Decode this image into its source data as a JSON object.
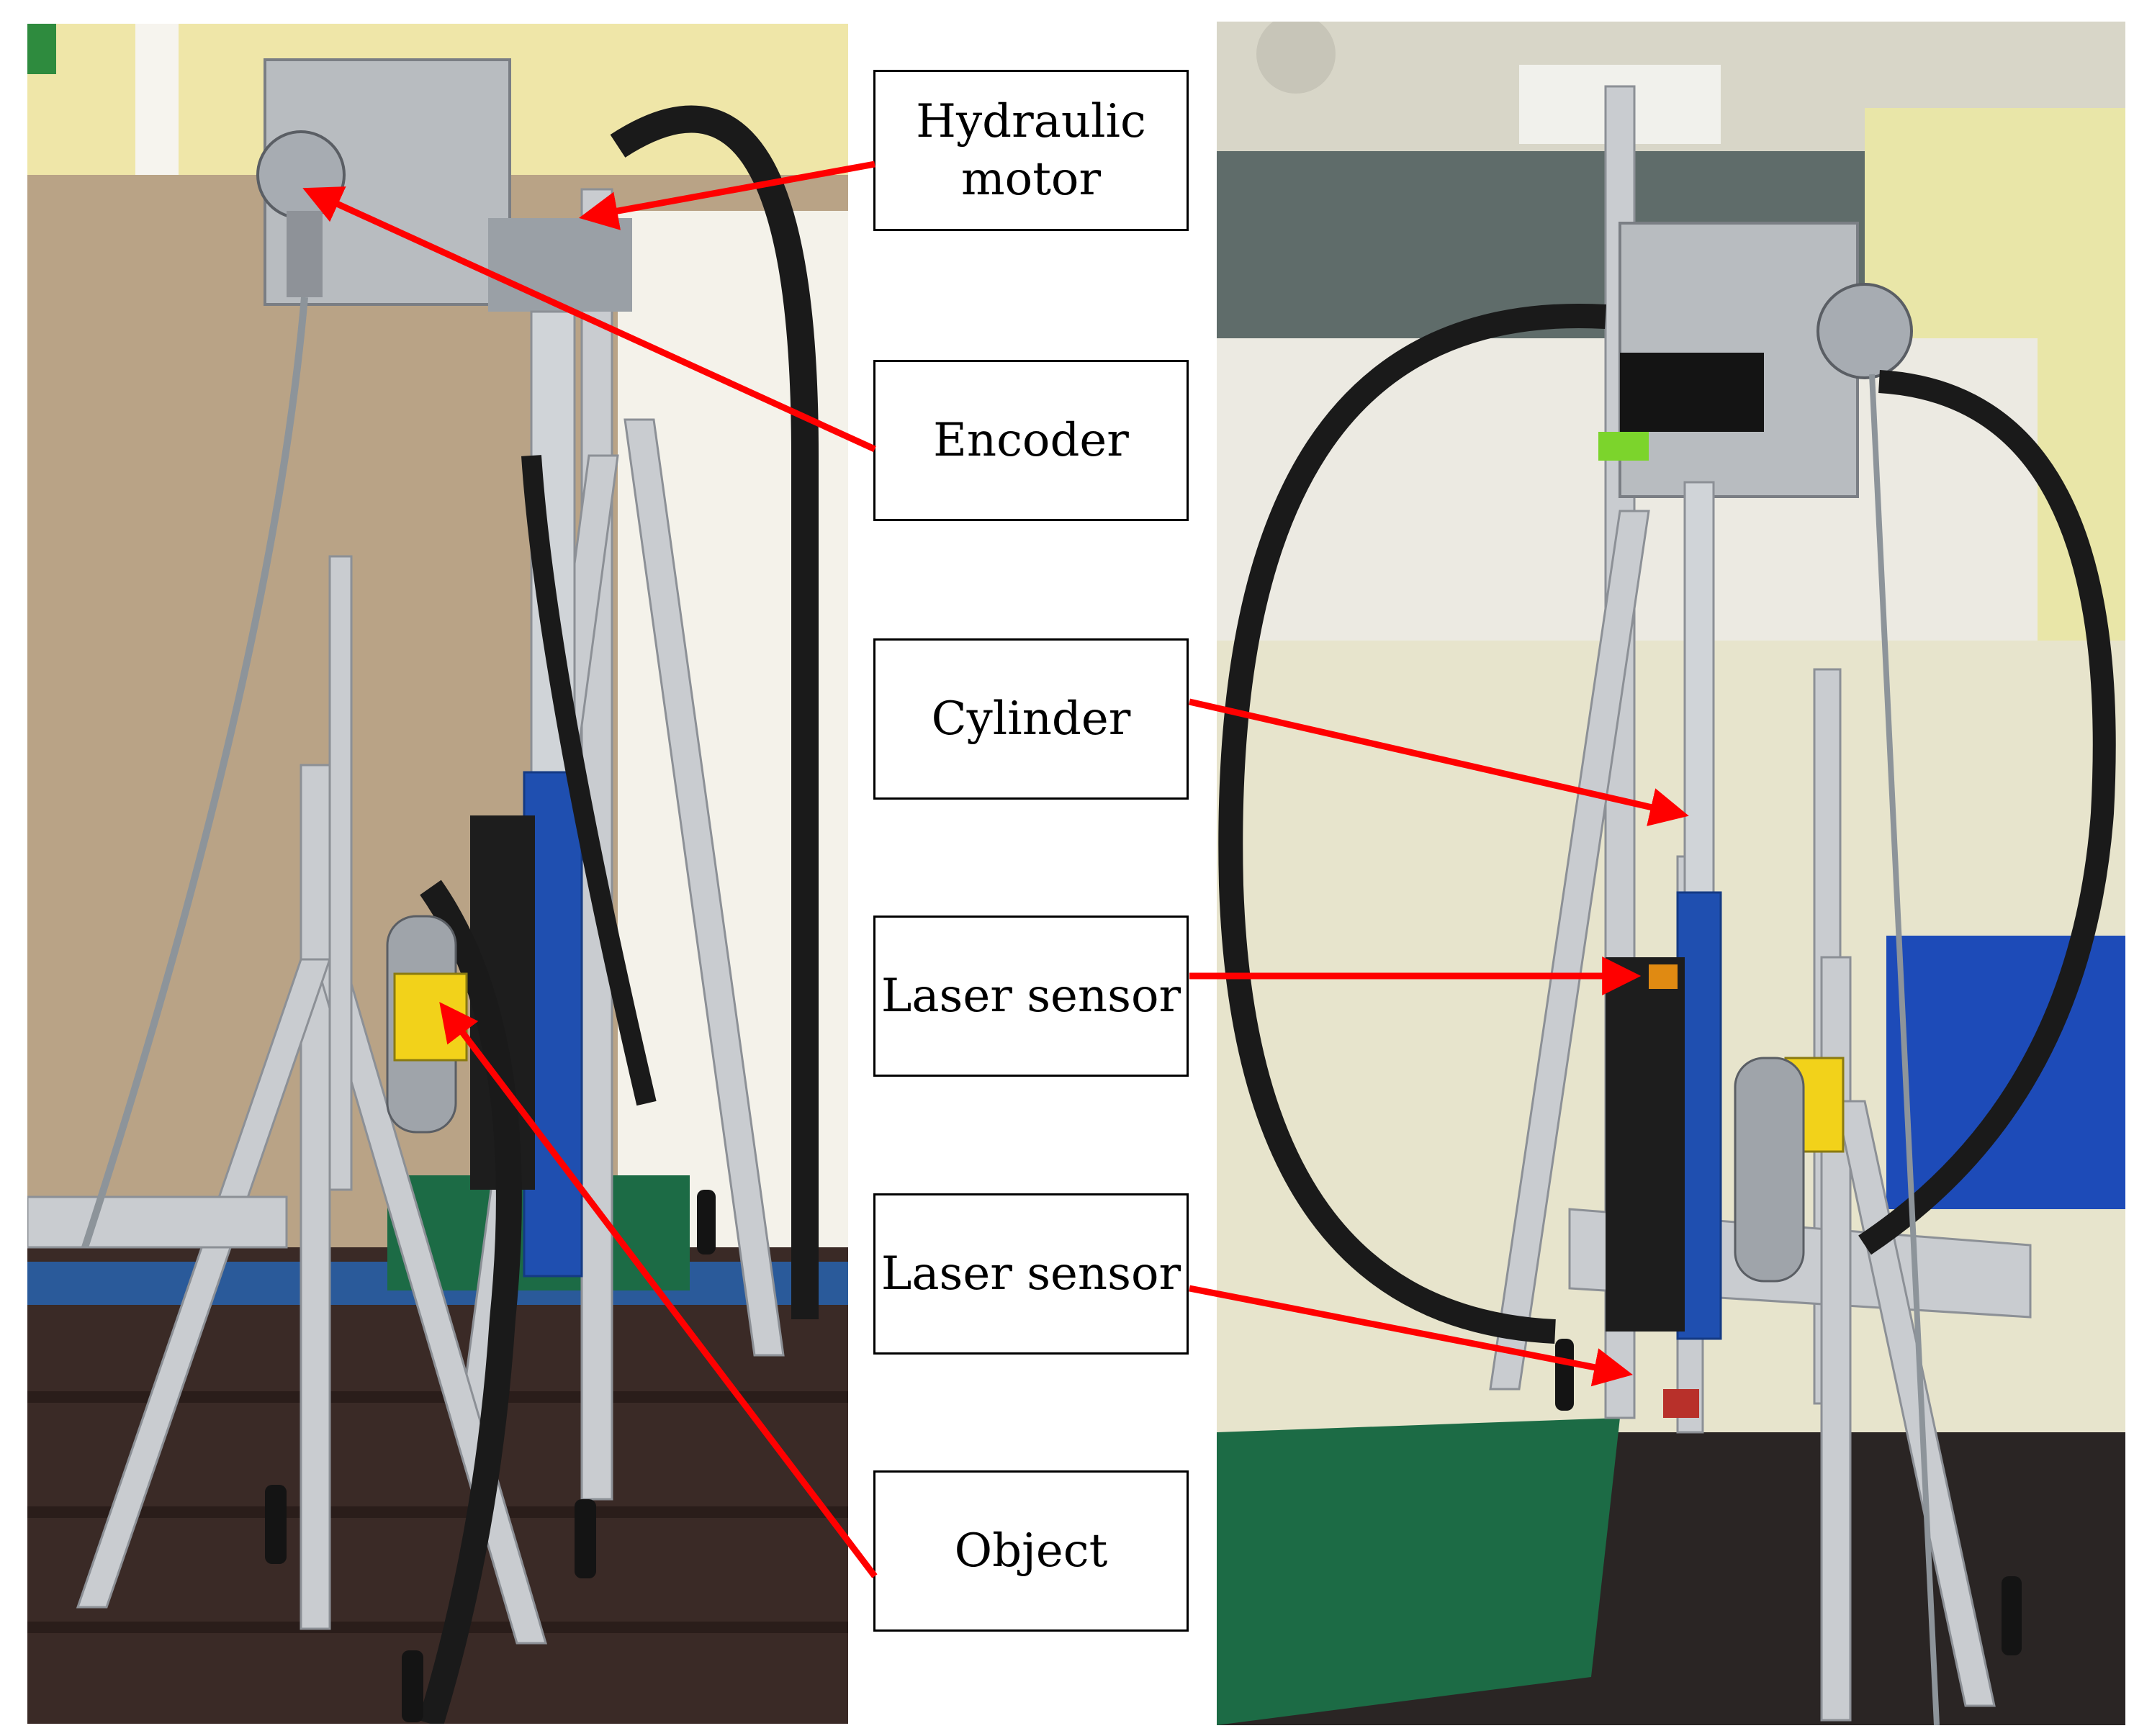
{
  "labels": {
    "hydraulic_motor": "Hydraulic\nmotor",
    "encoder": "Encoder",
    "cylinder": "Cylinder",
    "laser_sensor_top": "Laser sensor",
    "laser_sensor_bottom": "Laser sensor",
    "object": "Object"
  },
  "colors": {
    "arrow": "#ff0000",
    "box_border": "#000000",
    "aluminium": "#c9ccd0",
    "cylinder_blue": "#1f4fb0",
    "sensor_yellow": "#f2d21a",
    "hose": "#1a1a1a",
    "wall_left": "#b9a386",
    "wall_right": "#e8e6d8",
    "floor_green": "#1c6b45",
    "bench": "#3a2a26"
  }
}
